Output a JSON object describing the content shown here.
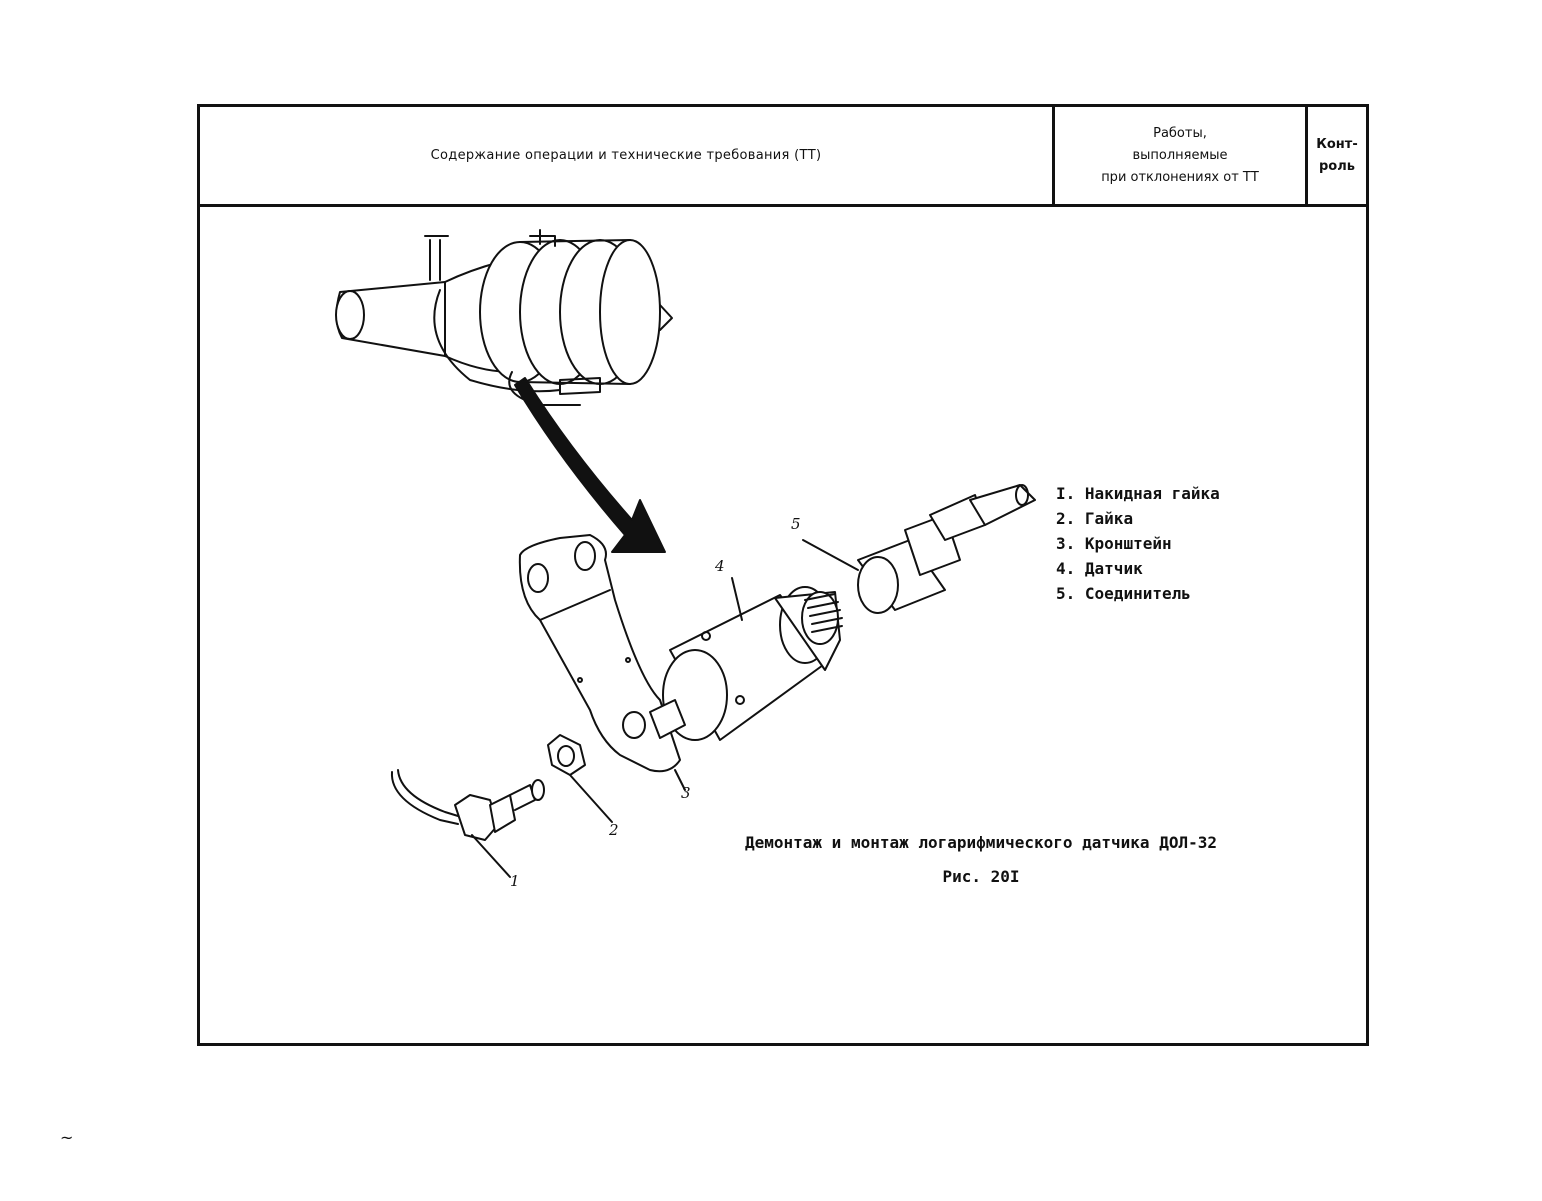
{
  "header": {
    "content_title": "Содержание операции и технические требования (ТТ)",
    "deviation_lines": [
      "Работы,",
      "выполняемые",
      "при отклонениях от ТТ"
    ],
    "control_lines": [
      "Конт-",
      "роль"
    ]
  },
  "legend": [
    {
      "num": "I.",
      "label": "Накидная гайка"
    },
    {
      "num": "2.",
      "label": "Гайка"
    },
    {
      "num": "3.",
      "label": "Кронштейн"
    },
    {
      "num": "4.",
      "label": "Датчик"
    },
    {
      "num": "5.",
      "label": "Соединитель"
    }
  ],
  "callouts": [
    "1",
    "2",
    "3",
    "4",
    "5"
  ],
  "caption": {
    "title": "Демонтаж и монтаж логарифмического датчика ДОЛ-32",
    "figure": "Рис. 20I"
  },
  "margin_mark": "~"
}
